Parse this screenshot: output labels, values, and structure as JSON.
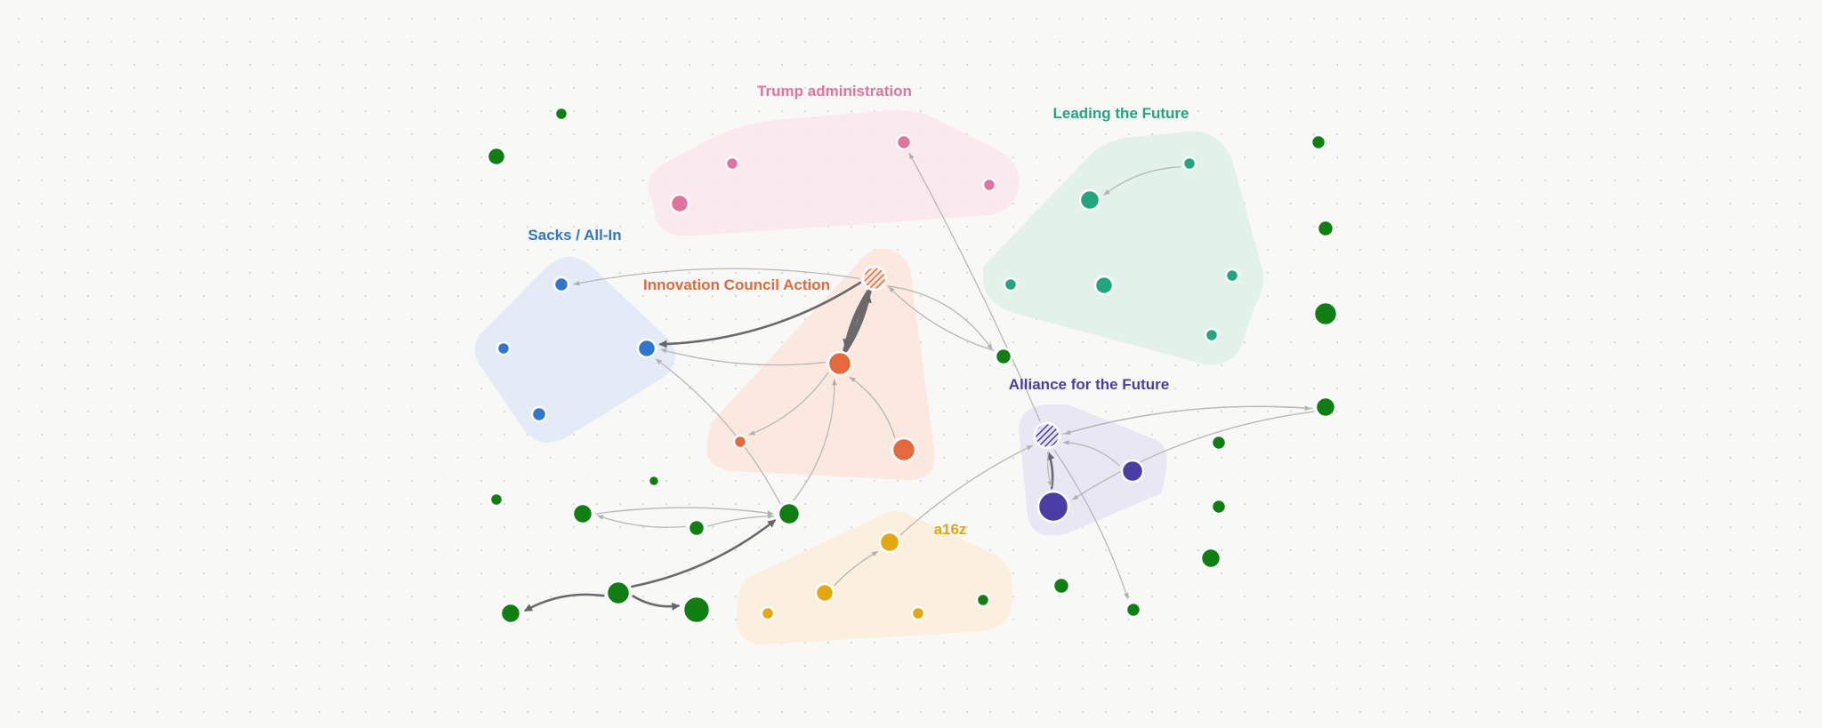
{
  "groups": [
    {
      "id": "trump",
      "label": "Trump administration",
      "color": "#e0749f",
      "fill": "#fce6ee"
    },
    {
      "id": "leading",
      "label": "Leading the Future",
      "color": "#23a57f",
      "fill": "#dff0e9"
    },
    {
      "id": "sacks",
      "label": "Sacks / All-In",
      "color": "#3077cc",
      "fill": "#e0e9f6"
    },
    {
      "id": "innovation",
      "label": "Innovation Council Action",
      "color": "#e5693a",
      "fill": "#fbe6dc"
    },
    {
      "id": "alliance",
      "label": "Alliance for the Future",
      "color": "#4a3ea6",
      "fill": "#e6e4f2"
    },
    {
      "id": "a16z",
      "label": "a16z",
      "color": "#e5a70e",
      "fill": "#fcefd8"
    }
  ],
  "colors": {
    "ungrouped": "#0f7f12",
    "edge": "#b8b8b8",
    "edge_strong": "#6a6a6a",
    "background": "#f8f8f7"
  },
  "nodes": [
    {
      "id": "n1",
      "group": "ungrouped"
    },
    {
      "id": "n2",
      "group": "ungrouped"
    },
    {
      "id": "t1",
      "group": "trump"
    },
    {
      "id": "t2",
      "group": "trump"
    },
    {
      "id": "t3",
      "group": "trump"
    },
    {
      "id": "t4",
      "group": "trump"
    },
    {
      "id": "l1",
      "group": "leading"
    },
    {
      "id": "l2",
      "group": "leading"
    },
    {
      "id": "l3",
      "group": "leading"
    },
    {
      "id": "l4",
      "group": "leading"
    },
    {
      "id": "l5",
      "group": "leading"
    },
    {
      "id": "l6",
      "group": "leading"
    },
    {
      "id": "s1",
      "group": "sacks"
    },
    {
      "id": "s2",
      "group": "sacks"
    },
    {
      "id": "s3",
      "group": "sacks"
    },
    {
      "id": "s4",
      "group": "sacks"
    },
    {
      "id": "i0",
      "group": "innovation",
      "hatched": true
    },
    {
      "id": "i1",
      "group": "innovation"
    },
    {
      "id": "i2",
      "group": "innovation"
    },
    {
      "id": "i3",
      "group": "innovation"
    },
    {
      "id": "a0",
      "group": "alliance",
      "hatched": true
    },
    {
      "id": "a1",
      "group": "alliance"
    },
    {
      "id": "a2",
      "group": "alliance"
    },
    {
      "id": "z1",
      "group": "a16z"
    },
    {
      "id": "z2",
      "group": "a16z"
    },
    {
      "id": "z3",
      "group": "a16z"
    },
    {
      "id": "z4",
      "group": "a16z"
    },
    {
      "id": "z5",
      "group": "a16z"
    },
    {
      "id": "g1",
      "group": "ungrouped"
    },
    {
      "id": "g2",
      "group": "ungrouped"
    },
    {
      "id": "g3",
      "group": "ungrouped"
    },
    {
      "id": "g4",
      "group": "ungrouped"
    },
    {
      "id": "g5",
      "group": "ungrouped"
    },
    {
      "id": "g6",
      "group": "ungrouped"
    },
    {
      "id": "g7",
      "group": "ungrouped"
    },
    {
      "id": "g8",
      "group": "ungrouped"
    },
    {
      "id": "g9",
      "group": "ungrouped"
    },
    {
      "id": "g10",
      "group": "ungrouped"
    },
    {
      "id": "g11",
      "group": "ungrouped"
    },
    {
      "id": "g12",
      "group": "ungrouped"
    },
    {
      "id": "g13",
      "group": "ungrouped"
    },
    {
      "id": "g14",
      "group": "ungrouped"
    },
    {
      "id": "g15",
      "group": "ungrouped"
    },
    {
      "id": "g16",
      "group": "ungrouped"
    },
    {
      "id": "g17",
      "group": "ungrouped"
    },
    {
      "id": "g18",
      "group": "ungrouped"
    },
    {
      "id": "g19",
      "group": "ungrouped"
    },
    {
      "id": "g20",
      "group": "ungrouped"
    },
    {
      "id": "g21",
      "group": "ungrouped"
    }
  ],
  "edges": [
    {
      "from": "l1",
      "to": "l2",
      "weight": "light"
    },
    {
      "from": "i0",
      "to": "s1",
      "weight": "light"
    },
    {
      "from": "i0",
      "to": "s2",
      "weight": "strong"
    },
    {
      "from": "i1",
      "to": "s2",
      "weight": "light"
    },
    {
      "from": "i1",
      "to": "i0",
      "weight": "heavy"
    },
    {
      "from": "i0",
      "to": "i1",
      "weight": "heavy"
    },
    {
      "from": "i1",
      "to": "i2",
      "weight": "light"
    },
    {
      "from": "i3",
      "to": "i1",
      "weight": "light"
    },
    {
      "from": "i0",
      "to": "g1",
      "weight": "light"
    },
    {
      "from": "g1",
      "to": "i0",
      "weight": "light"
    },
    {
      "from": "a0",
      "to": "t2",
      "weight": "light"
    },
    {
      "from": "g6",
      "to": "s2",
      "weight": "light"
    },
    {
      "from": "g6",
      "to": "i1",
      "weight": "light"
    },
    {
      "from": "g5",
      "to": "g4",
      "weight": "light"
    },
    {
      "from": "g4",
      "to": "g6",
      "weight": "light"
    },
    {
      "from": "g5",
      "to": "g6",
      "weight": "light"
    },
    {
      "from": "g9",
      "to": "g6",
      "weight": "strong"
    },
    {
      "from": "g9",
      "to": "g8",
      "weight": "strong"
    },
    {
      "from": "g9",
      "to": "g10",
      "weight": "strong"
    },
    {
      "from": "z2",
      "to": "z1",
      "weight": "light"
    },
    {
      "from": "z1",
      "to": "a0",
      "weight": "light"
    },
    {
      "from": "a1",
      "to": "a0",
      "weight": "strong"
    },
    {
      "from": "a0",
      "to": "a1",
      "weight": "light"
    },
    {
      "from": "a2",
      "to": "a0",
      "weight": "light"
    },
    {
      "from": "g21",
      "to": "a1",
      "weight": "light"
    },
    {
      "from": "a0",
      "to": "g19",
      "weight": "light"
    },
    {
      "from": "a0",
      "to": "g12",
      "weight": "light"
    },
    {
      "from": "g12",
      "to": "a0",
      "weight": "light"
    }
  ]
}
